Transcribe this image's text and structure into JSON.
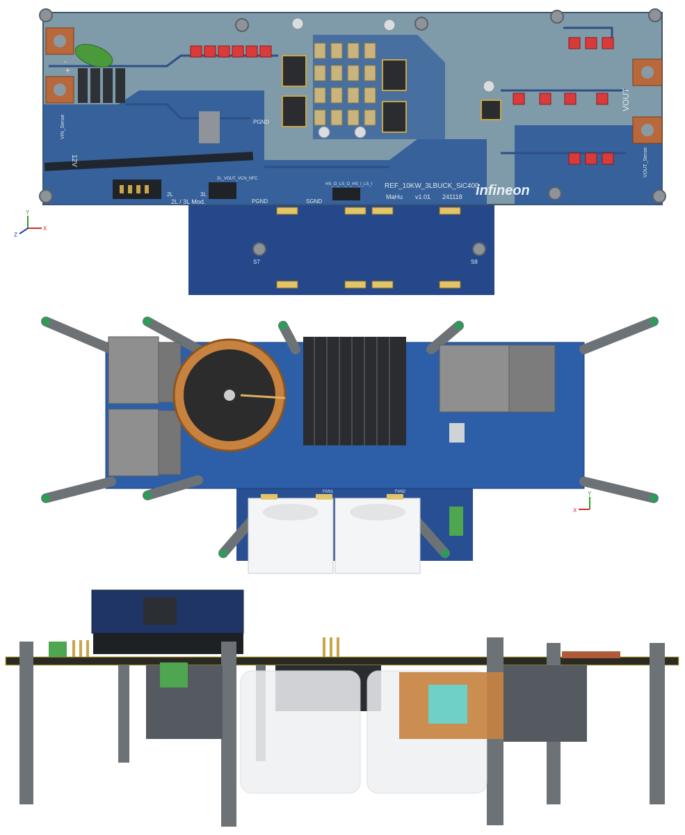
{
  "board": {
    "name": "REF_10KW_3LBUCK_SiC400",
    "author": "MaHu",
    "version": "v1.01",
    "date": "241118",
    "brand": "infineon"
  },
  "labels": {
    "pgnd_1": "PGND",
    "pgnd_2": "PGND",
    "sgnd": "SGND",
    "vout": "VOUT",
    "vin_sense": "VIN_Sense",
    "vout_sense": "VOUT_Sense",
    "v12": "12V",
    "mode": "2L / 3L Mod.",
    "mode_2l": "2L",
    "mode_3l": "3L",
    "header_1": "2L_VOUT_VCN_NFC",
    "header_2": "HS_O_LS_O_HS_I_LS_I",
    "s7": "S7",
    "s8": "S8",
    "fan1": "FAN1",
    "fan2": "FAN2",
    "plus": "+",
    "minus": "-"
  },
  "axes": {
    "top": {
      "y": "Y",
      "x": "X",
      "z": "Z"
    },
    "bottom": {
      "y": "Y",
      "x": "X"
    }
  },
  "colors": {
    "pcb_top": "#7c98a6",
    "pcb_blue": "#264c8a",
    "copper": "#c8823f",
    "standoff": "#777c80",
    "heatsink": "#2e3033",
    "inductor": "#8e8e8e",
    "fan": "#f4f5f6"
  }
}
